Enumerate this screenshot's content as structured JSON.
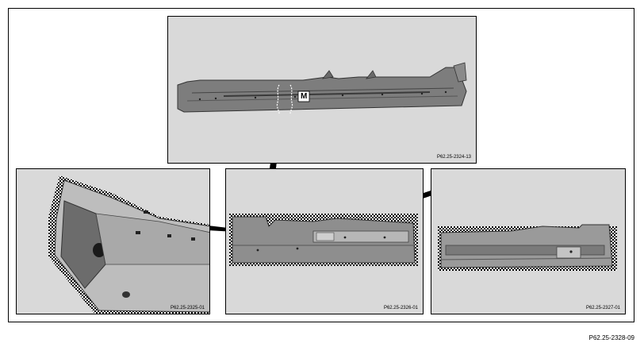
{
  "document": {
    "figure_id": "P62.25-2328-09"
  },
  "panels": {
    "top": {
      "figure_id": "P62.25-2324-13",
      "label": "M"
    },
    "bottom_left": {
      "figure_id": "P62.25-2325-01"
    },
    "bottom_middle": {
      "figure_id": "P62.25-2326-01"
    },
    "bottom_right": {
      "figure_id": "P62.25-2327-01"
    }
  }
}
